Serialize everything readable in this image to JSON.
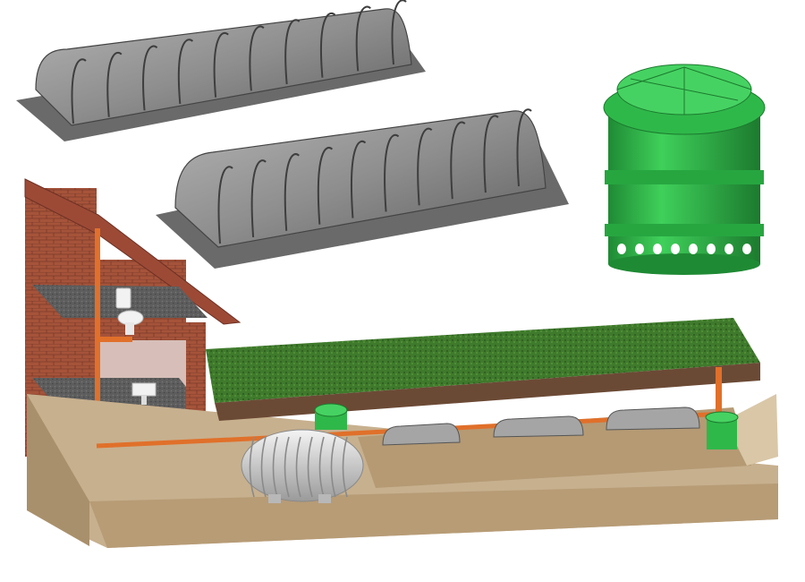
{
  "scene": {
    "components": [
      {
        "id": "tunnel_top",
        "icon": "infiltration-tunnel-icon"
      },
      {
        "id": "tunnel_mid",
        "icon": "infiltration-tunnel-icon"
      },
      {
        "id": "well",
        "icon": "green-perforated-well-icon"
      },
      {
        "id": "house",
        "icon": "house-cutaway-icon"
      },
      {
        "id": "septic",
        "icon": "septic-tank-icon"
      },
      {
        "id": "field",
        "icon": "drain-field-cutaway-icon"
      }
    ],
    "colors": {
      "tunnel": "#8e8e8e",
      "well": "#2fb84a",
      "pipe": "#e0702a",
      "grass": "#3f7a2c",
      "soil": "#c7b08e",
      "brick": "#a5533a",
      "roof": "#9c4a36"
    }
  }
}
